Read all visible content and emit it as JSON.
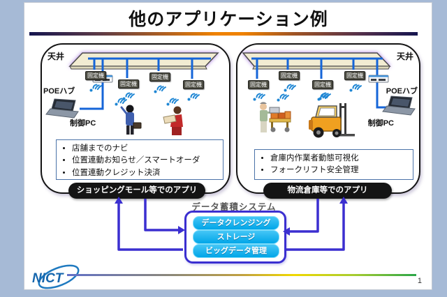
{
  "title": "他のアプリケーション例",
  "fixed_unit_label": "固定機",
  "left_panel": {
    "ceiling_label": "天井",
    "poe_label": "POEハブ",
    "pc_label": "制御PC",
    "bullets": [
      "店舗までのナビ",
      "位置連動お知らせ／スマートオーダ",
      "位置連動クレジット決済"
    ],
    "pill": "ショッピングモール等でのアプリ"
  },
  "right_panel": {
    "ceiling_label": "天井",
    "poe_label": "POEハブ",
    "pc_label": "制御PC",
    "bullets": [
      "倉庫内作業者動態可視化",
      "フォークリフト安全管理"
    ],
    "pill": "物流倉庫等でのアプリ"
  },
  "data_system": {
    "label": "データ蓄積システム",
    "items": [
      "データクレンジング",
      "ストレージ",
      "ビッグデータ管理"
    ]
  },
  "logo": {
    "text": "NICT"
  },
  "footer": {
    "page_number": "1"
  },
  "colors": {
    "arrow": "#3b2fd0",
    "bar_cyan": "#00a6e8",
    "cable_blue": "#1565d8",
    "pill_black": "#141414",
    "frame_blue": "#a6bad6",
    "title_accent_orange": "#ef8200"
  }
}
